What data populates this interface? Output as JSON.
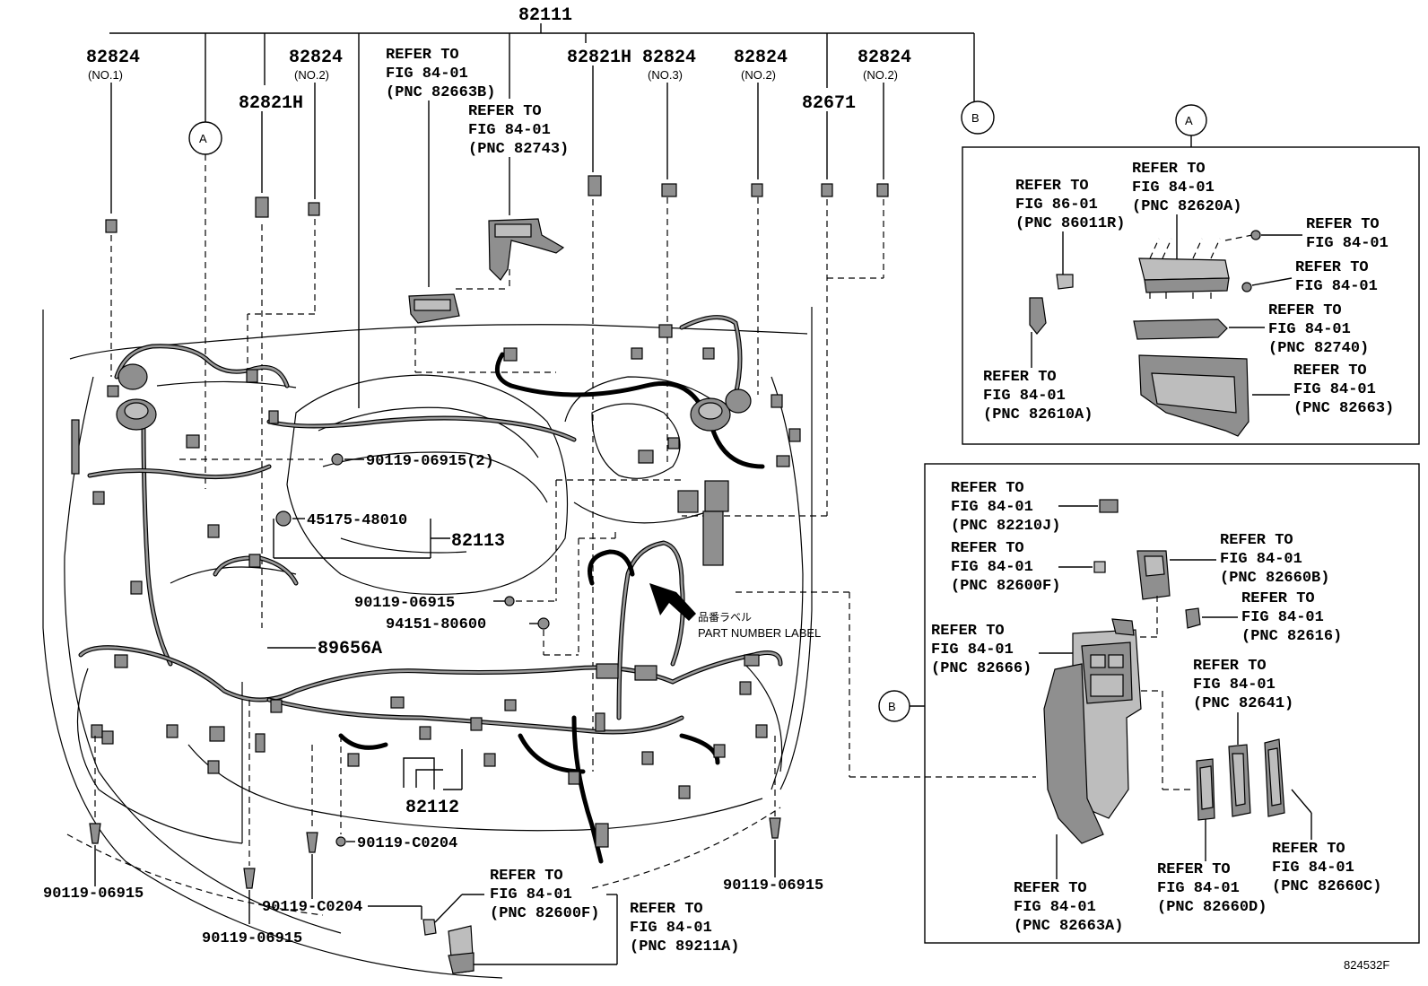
{
  "header": {
    "main_part": "82111",
    "top_labels": [
      {
        "part": "82824",
        "sub": "(NO.1)"
      },
      {
        "part": "82824",
        "sub": "(NO.2)"
      },
      {
        "part": "82821H",
        "sub": ""
      },
      {
        "part": "82821H",
        "sub": ""
      },
      {
        "part": "82824",
        "sub": "(NO.3)"
      },
      {
        "part": "82824",
        "sub": "(NO.2)"
      },
      {
        "part": "82671",
        "sub": ""
      },
      {
        "part": "82824",
        "sub": "(NO.2)"
      }
    ]
  },
  "refs_main": [
    {
      "l1": "REFER TO",
      "l2": "FIG 84-01",
      "l3": "(PNC 82663B)"
    },
    {
      "l1": "REFER TO",
      "l2": "FIG 84-01",
      "l3": "(PNC 82743)"
    },
    {
      "l1": "REFER TO",
      "l2": "FIG 84-01",
      "l3": "(PNC 82600F)"
    },
    {
      "l1": "REFER TO",
      "l2": "FIG 84-01",
      "l3": "(PNC 89211A)"
    }
  ],
  "callouts": {
    "a": "A",
    "b": "B"
  },
  "parts": {
    "p1": "90119-06915(2)",
    "p2": "45175-48010",
    "p3": "82113",
    "p4": "90119-06915",
    "p5": "94151-80600",
    "p6": "89656A",
    "p7": "82112",
    "p8": "90119-C0204",
    "p9": "90119-06915",
    "p10": "90119-C0204",
    "p11": "90119-06915",
    "p12": "90119-06915"
  },
  "label": {
    "jp": "品番ラベル",
    "en": "PART NUMBER LABEL"
  },
  "box_a": {
    "refs": [
      {
        "l1": "REFER TO",
        "l2": "FIG 86-01",
        "l3": "(PNC 86011R)"
      },
      {
        "l1": "REFER TO",
        "l2": "FIG 84-01",
        "l3": "(PNC 82620A)"
      },
      {
        "l1": "REFER TO",
        "l2": "FIG 84-01",
        "l3": ""
      },
      {
        "l1": "REFER TO",
        "l2": "FIG 84-01",
        "l3": ""
      },
      {
        "l1": "REFER TO",
        "l2": "FIG 84-01",
        "l3": "(PNC 82740)"
      },
      {
        "l1": "REFER TO",
        "l2": "FIG 84-01",
        "l3": "(PNC 82610A)"
      },
      {
        "l1": "REFER TO",
        "l2": "FIG 84-01",
        "l3": "(PNC 82663)"
      }
    ]
  },
  "box_b": {
    "refs": [
      {
        "l1": "REFER TO",
        "l2": "FIG 84-01",
        "l3": "(PNC 82210J)"
      },
      {
        "l1": "REFER TO",
        "l2": "FIG 84-01",
        "l3": "(PNC 82600F)"
      },
      {
        "l1": "REFER TO",
        "l2": "FIG 84-01",
        "l3": "(PNC 82660B)"
      },
      {
        "l1": "REFER TO",
        "l2": "FIG 84-01",
        "l3": "(PNC 82616)"
      },
      {
        "l1": "REFER TO",
        "l2": "FIG 84-01",
        "l3": "(PNC 82666)"
      },
      {
        "l1": "REFER TO",
        "l2": "FIG 84-01",
        "l3": "(PNC 82641)"
      },
      {
        "l1": "REFER TO",
        "l2": "FIG 84-01",
        "l3": "(PNC 82663A)"
      },
      {
        "l1": "REFER TO",
        "l2": "FIG 84-01",
        "l3": "(PNC 82660D)"
      },
      {
        "l1": "REFER TO",
        "l2": "FIG 84-01",
        "l3": "(PNC 82660C)"
      }
    ]
  },
  "figure_id": "824532F"
}
